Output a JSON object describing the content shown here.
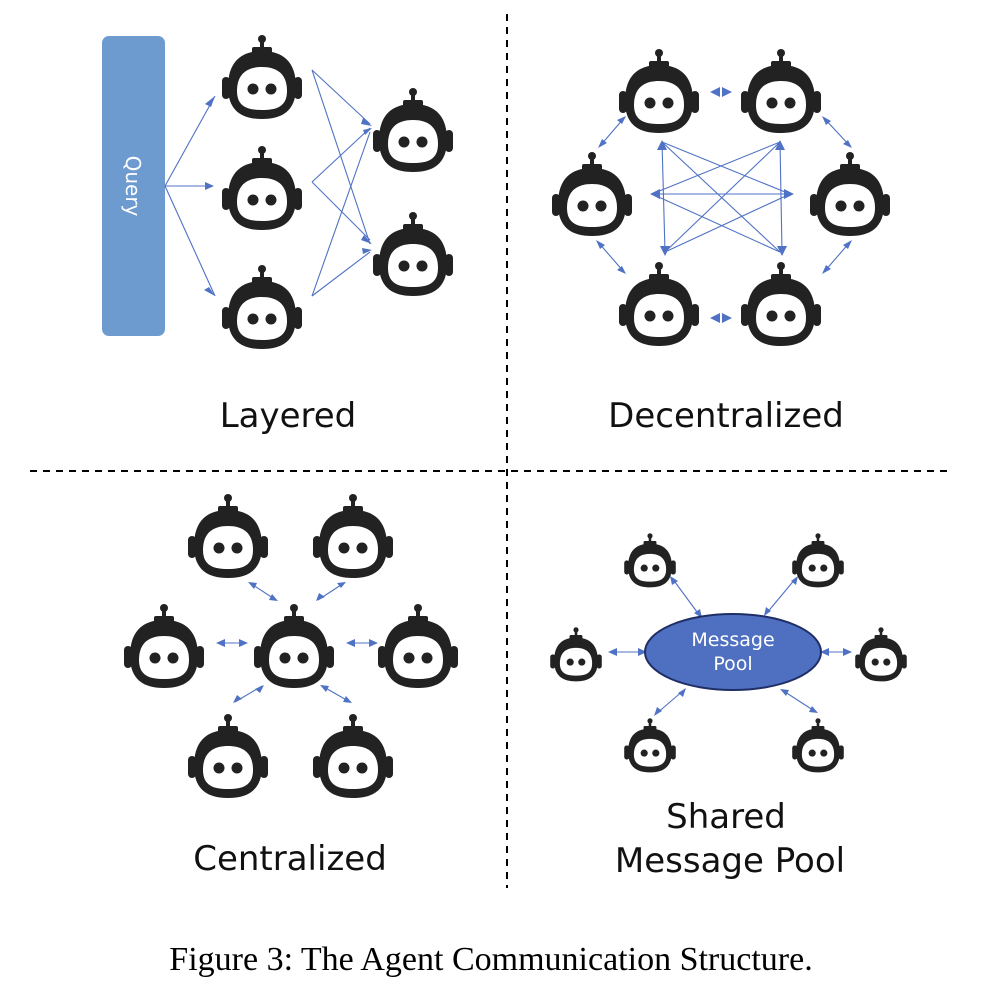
{
  "panels": {
    "layered": {
      "label": "Layered",
      "query_label": "Query"
    },
    "decentralized": {
      "label": "Decentralized"
    },
    "centralized": {
      "label": "Centralized"
    },
    "shared": {
      "label_line1": "Shared",
      "label_line2": "Message Pool",
      "pool_line1": "Message",
      "pool_line2": "Pool"
    }
  },
  "caption": "Figure 3: The Agent Communication Structure.",
  "colors": {
    "arrow": "#4f72c4",
    "query_box": "#6d9bd0",
    "pool_fill": "#4f6fc0",
    "robot": "#222222"
  },
  "icons": {
    "agent": "robot-head-icon"
  }
}
